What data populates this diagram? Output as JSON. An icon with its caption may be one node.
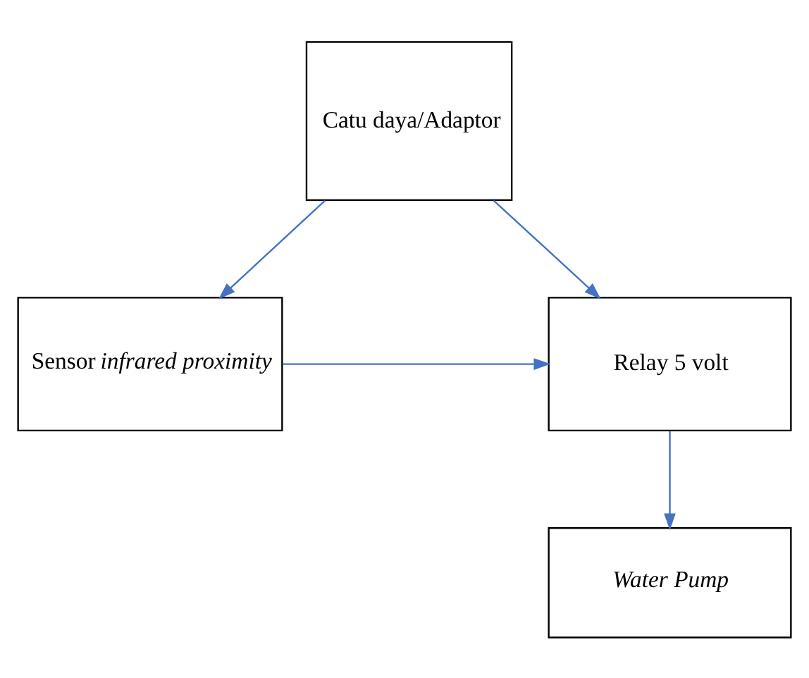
{
  "diagram": {
    "nodes": [
      {
        "text": [
          "Catu daya/Adaptor"
        ]
      },
      {
        "text": [
          "Sensor *infrared proximity*"
        ]
      },
      {
        "text": [
          "Relay 5 volt"
        ]
      },
      {
        "text": [
          "*Water Pump*"
        ]
      }
    ],
    "edges": [
      {
        "from": 0,
        "to": 1,
        "arrow": "to"
      },
      {
        "from": 0,
        "to": 2,
        "arrow": "to"
      },
      {
        "from": 1,
        "to": 2,
        "arrow": "to"
      },
      {
        "from": 2,
        "to": 3,
        "arrow": "to"
      }
    ]
  }
}
